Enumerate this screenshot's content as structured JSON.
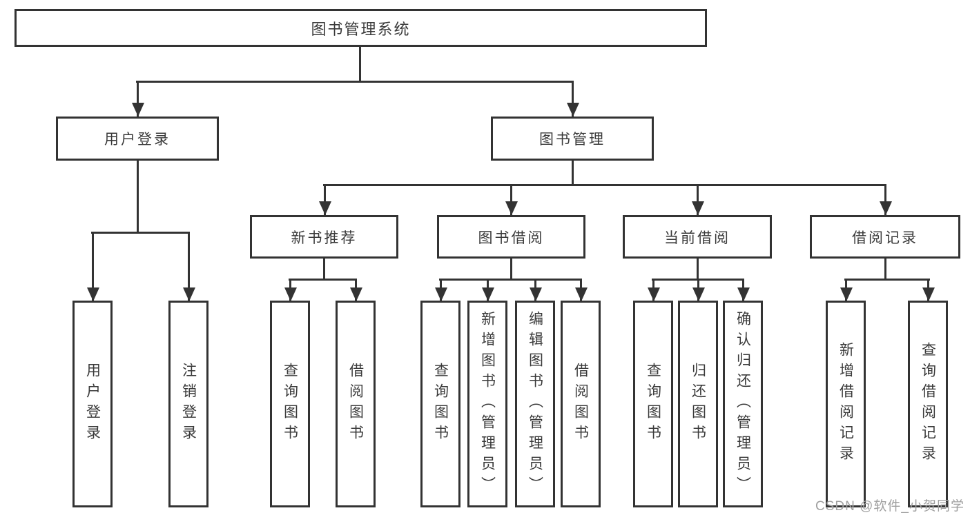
{
  "diagram": {
    "type": "hierarchy-tree",
    "root": {
      "label": "图书管理系统",
      "children": [
        {
          "label": "用户登录",
          "children": [
            {
              "label": "用户登录"
            },
            {
              "label": "注销登录"
            }
          ]
        },
        {
          "label": "图书管理",
          "children": [
            {
              "label": "新书推荐",
              "children": [
                {
                  "label": "查询图书"
                },
                {
                  "label": "借阅图书"
                }
              ]
            },
            {
              "label": "图书借阅",
              "children": [
                {
                  "label": "查询图书"
                },
                {
                  "label": "新增图书（管理员）"
                },
                {
                  "label": "编辑图书（管理员）"
                },
                {
                  "label": "借阅图书"
                }
              ]
            },
            {
              "label": "当前借阅",
              "children": [
                {
                  "label": "查询图书"
                },
                {
                  "label": "归还图书"
                },
                {
                  "label": "确认归还（管理员）"
                }
              ]
            },
            {
              "label": "借阅记录",
              "children": [
                {
                  "label": "新增借阅记录"
                },
                {
                  "label": "查询借阅记录"
                }
              ]
            }
          ]
        }
      ]
    }
  },
  "watermark": {
    "text": "CSDN @软件_小贺同学",
    "color": "#a0a0a0"
  },
  "colors": {
    "line": "#333333",
    "box_border": "#333333",
    "text": "#3a3a3a",
    "background": "#ffffff"
  }
}
